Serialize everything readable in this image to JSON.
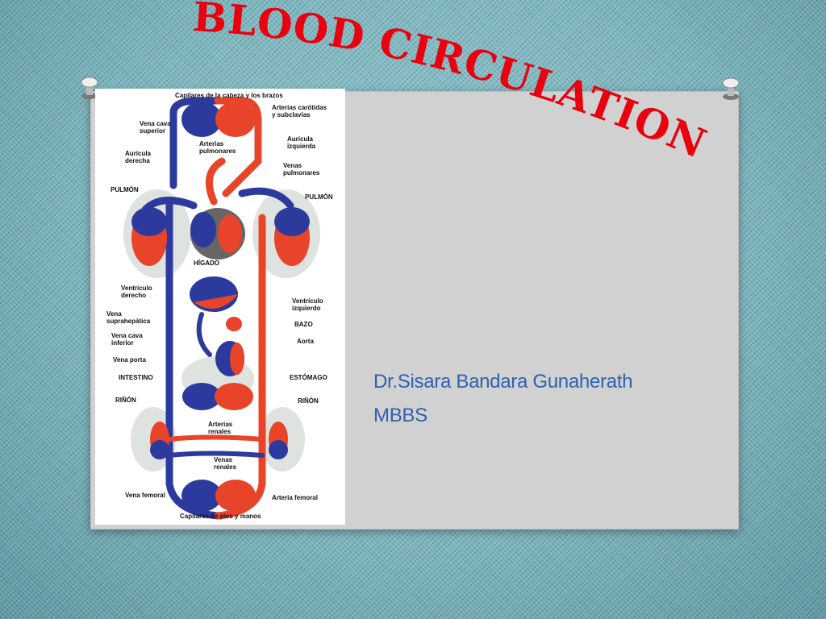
{
  "slide": {
    "title": "BLOOD CIRCULATION",
    "author": "Dr.Sisara Bandara Gunaherath",
    "credential": "MBBS",
    "colors": {
      "title": "#e8000e",
      "author": "#2f62ad",
      "vein": "#2c3a9e",
      "artery": "#e8442a",
      "panel": "#d1d1d1"
    }
  },
  "diagram": {
    "labels": {
      "head_capillaries": "Capilares de la cabeza y los brazos",
      "carotid": "Arterias carótidas\ny subclavias",
      "superior_vena_cava": "Vena cava\nsuperior",
      "pulmonary_arteries": "Arterias\npulmonares",
      "left_atrium": "Aurícula\nizquierda",
      "right_atrium": "Aurícula\nderecha",
      "pulmonary_veins": "Venas\npulmonares",
      "lung_left": "PULMÓN",
      "lung_right": "PULMÓN",
      "liver": "HÍGADO",
      "right_ventricle": "Ventrículo\nderecho",
      "left_ventricle": "Ventrículo\nizquierdo",
      "hepatic_vein": "Vena\nsuprahepática",
      "spleen": "BAZO",
      "inferior_vena_cava": "Vena cava\ninferior",
      "aorta": "Aorta",
      "portal_vein": "Vena porta",
      "intestine": "INTESTINO",
      "stomach": "ESTÓMAGO",
      "kidney_left": "RIÑÓN",
      "kidney_right": "RIÑÓN",
      "renal_arteries": "Arterias\nrenales",
      "renal_veins": "Venas\nrenales",
      "femoral_vein": "Vena femoral",
      "femoral_artery": "Arteria femoral",
      "feet_capillaries": "Capilares de pies y manos"
    }
  }
}
